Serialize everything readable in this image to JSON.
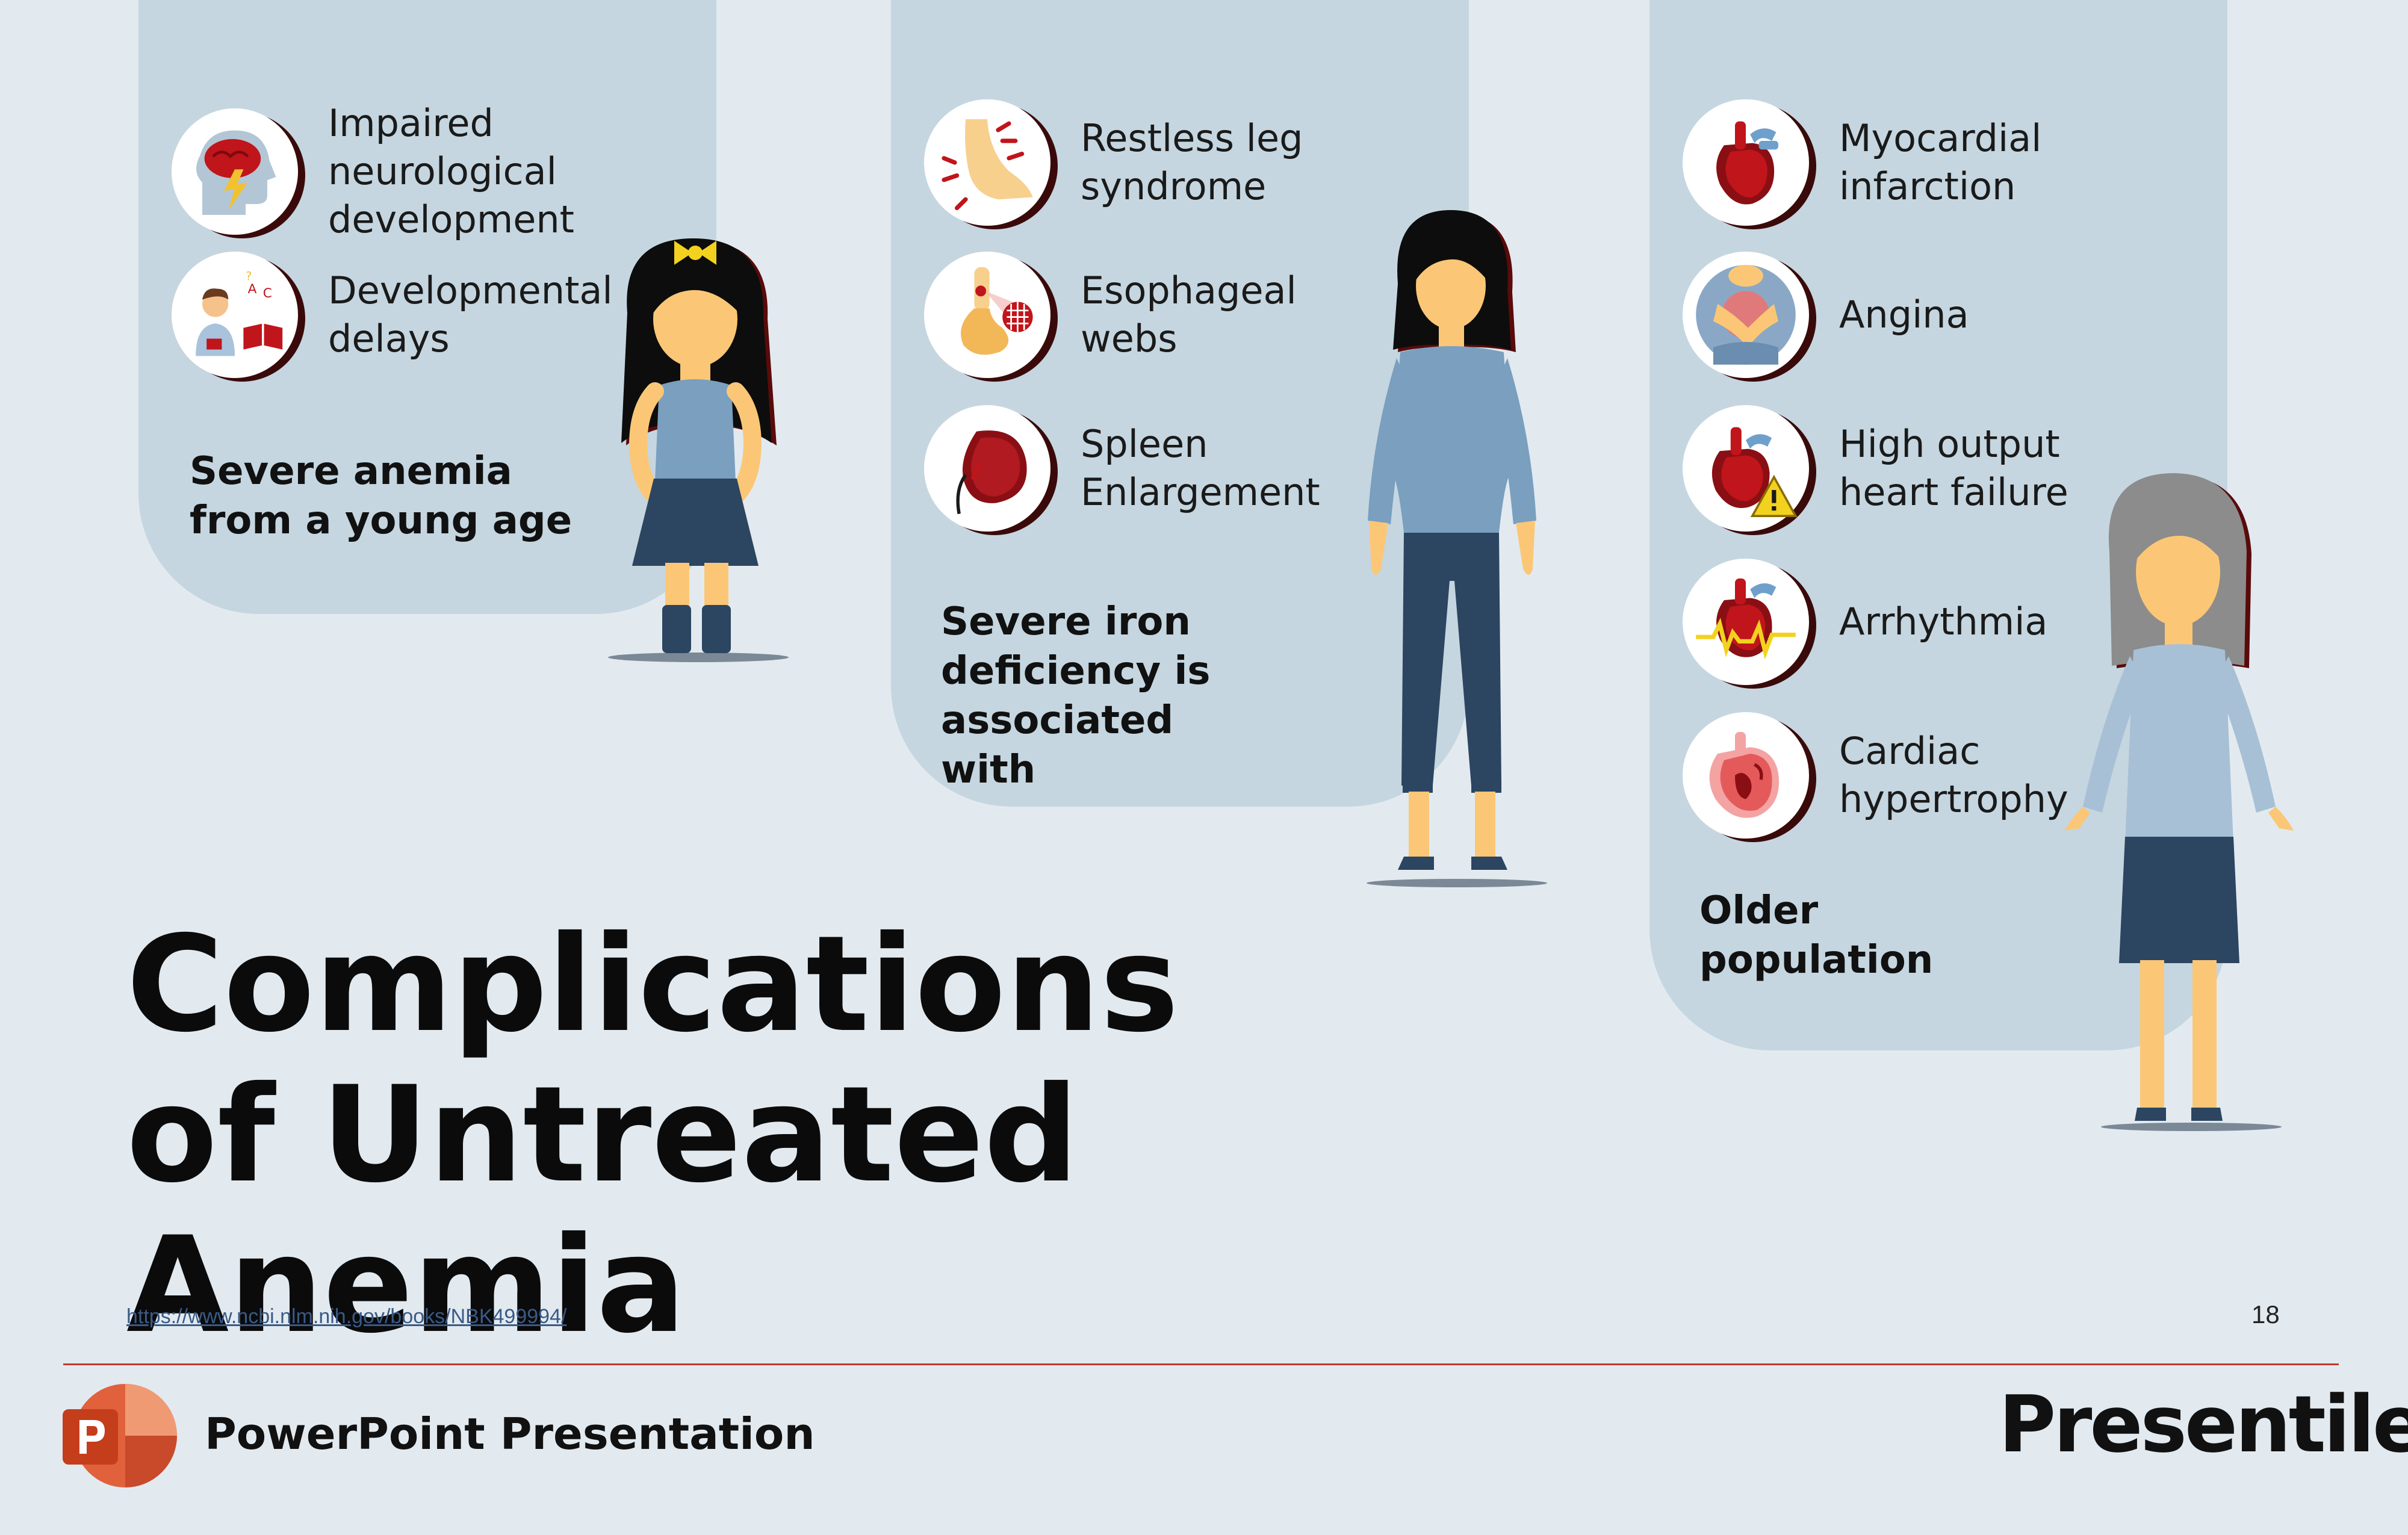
{
  "groups": [
    {
      "title": "Severe anemia from a young age",
      "items": [
        {
          "label": "Impaired neurological development",
          "icon": "brain-lightning-icon"
        },
        {
          "label": "Developmental delays",
          "icon": "child-learning-icon"
        }
      ]
    },
    {
      "title": "Severe iron deficiency is associated with",
      "items": [
        {
          "label": "Restless leg syndrome",
          "icon": "leg-pain-icon"
        },
        {
          "label": "Esophageal webs",
          "icon": "esophagus-icon"
        },
        {
          "label": "Spleen Enlargement",
          "icon": "spleen-icon"
        }
      ]
    },
    {
      "title": "Older population",
      "items": [
        {
          "label": "Myocardial infarction",
          "icon": "heart-icon"
        },
        {
          "label": "Angina",
          "icon": "chest-pain-icon"
        },
        {
          "label": "High output heart failure",
          "icon": "heart-warning-icon"
        },
        {
          "label": "Arrhythmia",
          "icon": "heart-rhythm-icon"
        },
        {
          "label": "Cardiac hypertrophy",
          "icon": "heart-section-icon"
        }
      ]
    }
  ],
  "title": "Complications of Untreated Anemia",
  "source": "https://www.ncbi.nlm.nih.gov/books/NBK499994/",
  "page_number": "18",
  "footer": {
    "app_name": "PowerPoint Presentation",
    "brand": "Presentile",
    "app_icon": "powerpoint-icon"
  },
  "colors": {
    "background": "#e2eaf0",
    "panel": "#c5d6e0",
    "accent_red": "#c0392b",
    "clothing_blue": "#7a9fbf",
    "clothing_navy": "#2c4560"
  }
}
